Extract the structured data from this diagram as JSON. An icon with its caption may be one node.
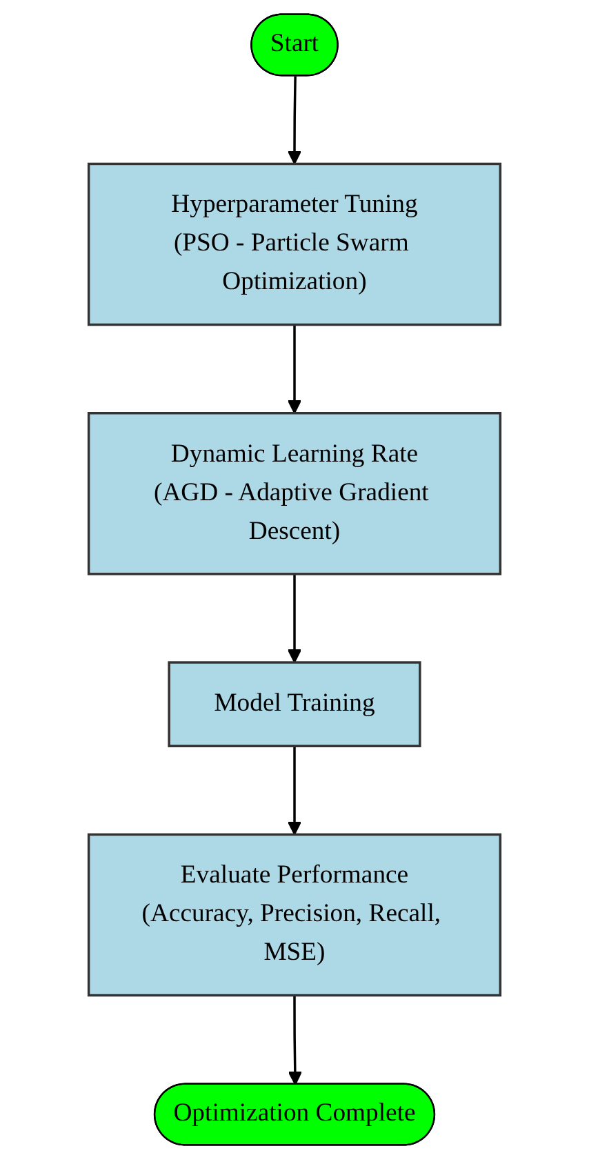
{
  "diagram": {
    "nodes": [
      {
        "text": [
          "Start"
        ]
      },
      {
        "text": [
          "Hyperparameter Tuning",
          "(PSO - Particle Swarm Optimization)"
        ]
      },
      {
        "text": [
          "Dynamic Learning Rate",
          "(AGD - Adaptive Gradient Descent)"
        ]
      },
      {
        "text": [
          "Model Training"
        ]
      },
      {
        "text": [
          "Evaluate Performance",
          "(Accuracy, Precision, Recall, MSE)"
        ]
      },
      {
        "text": [
          "Optimization Complete"
        ]
      }
    ],
    "edges": [
      {
        "from": 0,
        "to": 1,
        "arrow": "to"
      },
      {
        "from": 1,
        "to": 2,
        "arrow": "to"
      },
      {
        "from": 2,
        "to": 3,
        "arrow": "to"
      },
      {
        "from": 3,
        "to": 4,
        "arrow": "to"
      },
      {
        "from": 4,
        "to": 5,
        "arrow": "to"
      }
    ]
  }
}
